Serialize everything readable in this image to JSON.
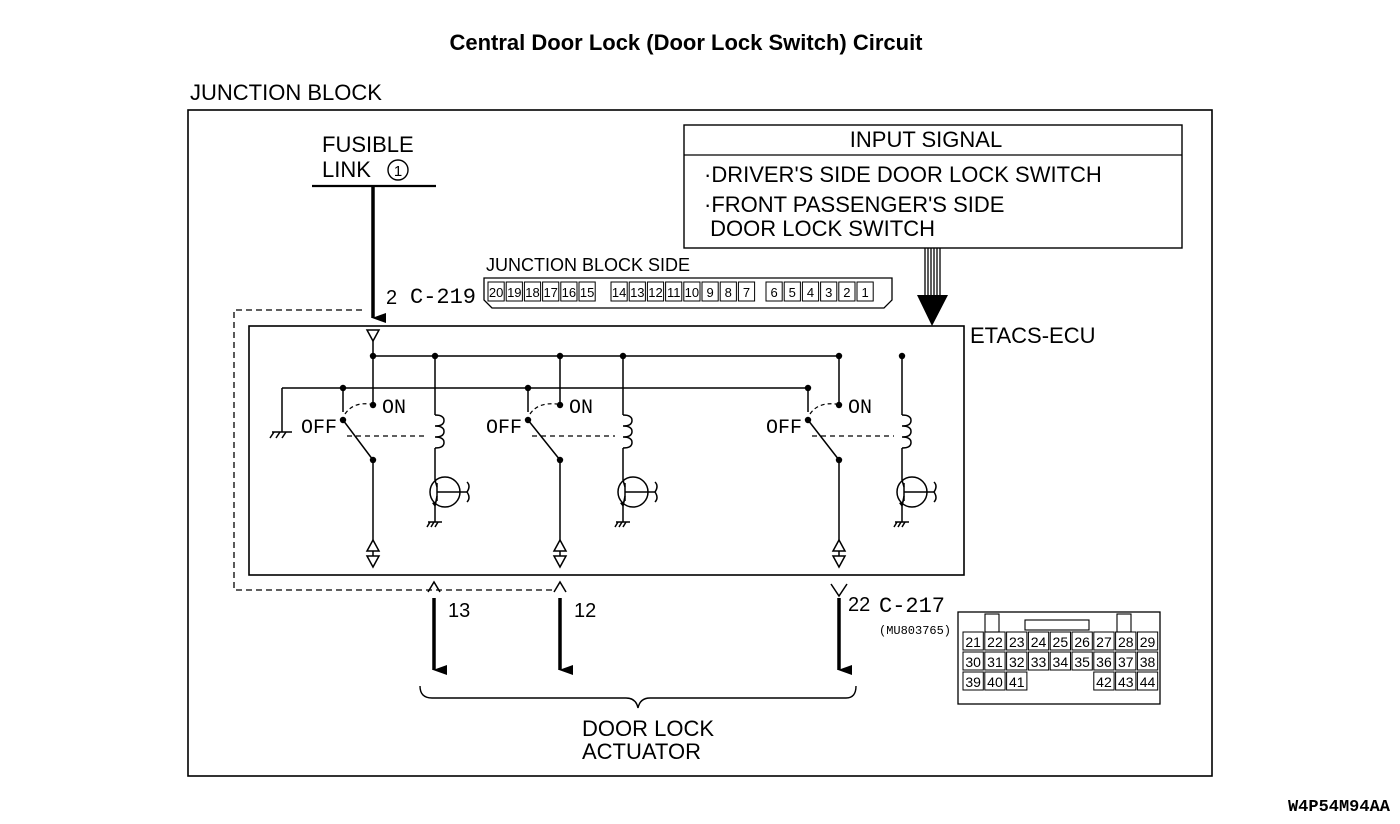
{
  "title": "Central Door Lock (Door Lock Switch) Circuit",
  "junction_block_label": "JUNCTION BLOCK",
  "fusible_link": {
    "line1": "FUSIBLE",
    "line2": "LINK",
    "number": "1"
  },
  "input_signal": {
    "header": "INPUT SIGNAL",
    "line1": "·DRIVER'S SIDE DOOR LOCK SWITCH",
    "line2": "·FRONT PASSENGER'S SIDE",
    "line3": " DOOR LOCK SWITCH"
  },
  "connector_c219": {
    "label": "C-219",
    "side_label": "JUNCTION BLOCK SIDE",
    "pin": "2",
    "pins": [
      "20",
      "19",
      "18",
      "17",
      "16",
      "15",
      "14",
      "13",
      "12",
      "11",
      "10",
      "9",
      "8",
      "7",
      "6",
      "5",
      "4",
      "3",
      "2",
      "1"
    ]
  },
  "ecu_label": "ETACS-ECU",
  "relays": [
    {
      "off": "OFF",
      "on": "ON"
    },
    {
      "off": "OFF",
      "on": "ON"
    },
    {
      "off": "OFF",
      "on": "ON"
    }
  ],
  "outputs": [
    "13",
    "12",
    "22"
  ],
  "connector_c217": {
    "label": "C-217",
    "part": "(MU803765)",
    "row1": [
      "21",
      "22",
      "23",
      "24",
      "25",
      "26",
      "27",
      "28",
      "29"
    ],
    "row2": [
      "30",
      "31",
      "32",
      "33",
      "34",
      "35",
      "36",
      "37",
      "38"
    ],
    "row3_left": [
      "39",
      "40",
      "41"
    ],
    "row3_right": [
      "42",
      "43",
      "44"
    ]
  },
  "actuator": {
    "line1": "DOOR LOCK",
    "line2": "ACTUATOR"
  },
  "figure_code": "W4P54M94AA"
}
